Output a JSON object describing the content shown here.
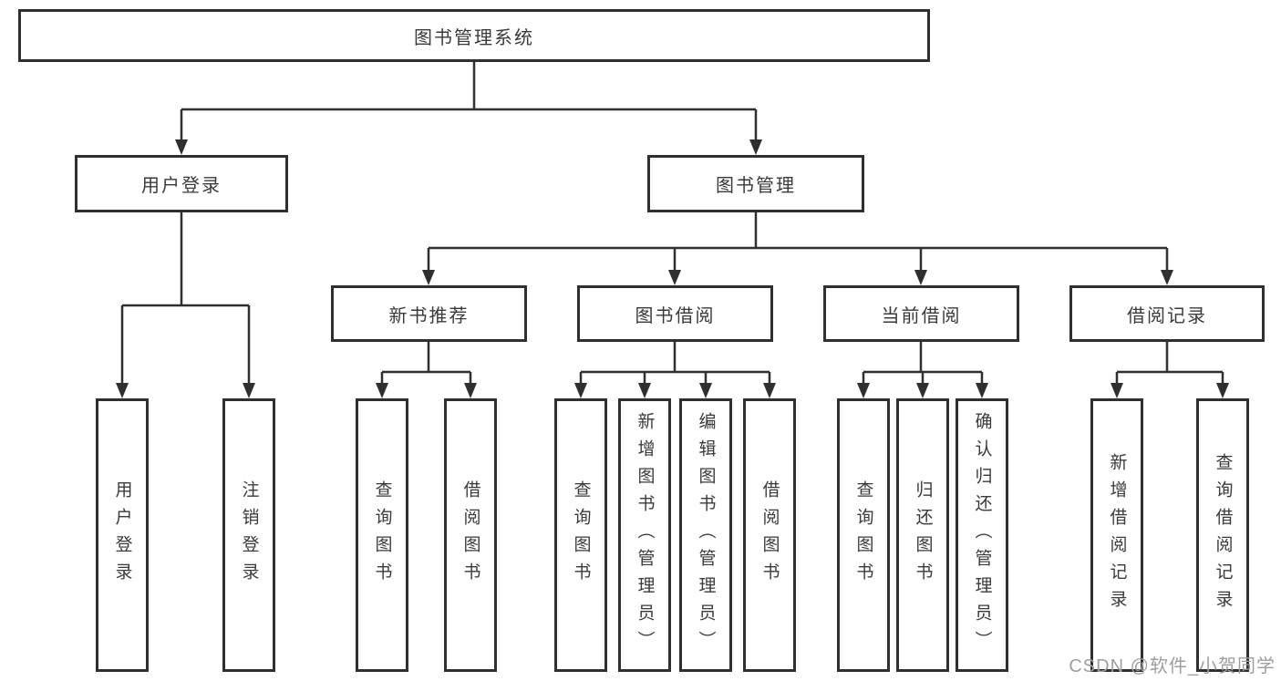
{
  "tree": {
    "root": {
      "label": "图书管理系统",
      "children": [
        {
          "label": "用户登录",
          "children": [
            {
              "label": "用户登录"
            },
            {
              "label": "注销登录"
            }
          ]
        },
        {
          "label": "图书管理",
          "children": [
            {
              "label": "新书推荐",
              "children": [
                {
                  "label": "查询图书"
                },
                {
                  "label": "借阅图书"
                }
              ]
            },
            {
              "label": "图书借阅",
              "children": [
                {
                  "label": "查询图书"
                },
                {
                  "label": "新增图书（管理员）"
                },
                {
                  "label": "编辑图书（管理员）"
                },
                {
                  "label": "借阅图书"
                }
              ]
            },
            {
              "label": "当前借阅",
              "children": [
                {
                  "label": "查询图书"
                },
                {
                  "label": "归还图书"
                },
                {
                  "label": "确认归还（管理员）"
                }
              ]
            },
            {
              "label": "借阅记录",
              "children": [
                {
                  "label": "新增借阅记录"
                },
                {
                  "label": "查询借阅记录"
                }
              ]
            }
          ]
        }
      ]
    }
  },
  "watermark": {
    "text": "CSDN @软件_小贺同学"
  },
  "colors": {
    "line": "#2f2f2f",
    "text": "#3a3a3a",
    "background": "#ffffff",
    "watermark": "#9e9e9e"
  }
}
